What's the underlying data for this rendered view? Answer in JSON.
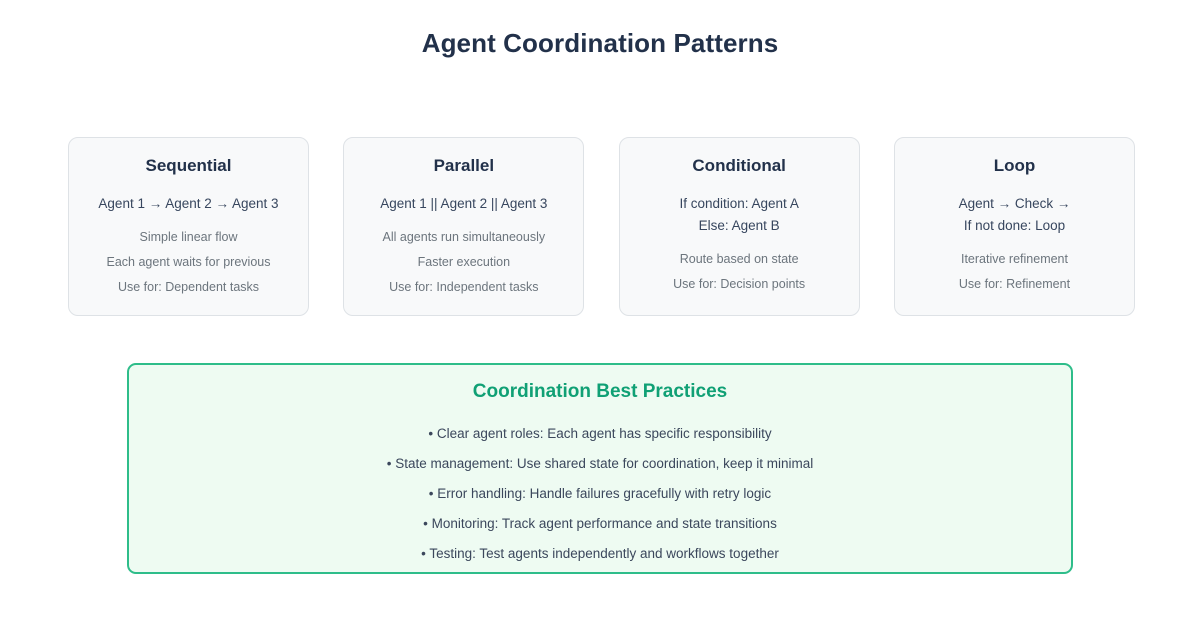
{
  "page": {
    "title": "Agent Coordination Patterns",
    "title_color": "#22314a",
    "background": "#ffffff"
  },
  "cards": [
    {
      "name": "sequential",
      "title": "Sequential",
      "flow": [
        "Agent 1 → Agent 2 → Agent 3"
      ],
      "details": [
        "Simple linear flow",
        "Each agent waits for previous",
        "Use for: Dependent tasks"
      ]
    },
    {
      "name": "parallel",
      "title": "Parallel",
      "flow": [
        "Agent 1 || Agent 2 || Agent 3"
      ],
      "details": [
        "All agents run simultaneously",
        "Faster execution",
        "Use for: Independent tasks"
      ]
    },
    {
      "name": "conditional",
      "title": "Conditional",
      "flow": [
        "If condition: Agent A",
        "Else: Agent B"
      ],
      "details": [
        "Route based on state",
        "Use for: Decision points"
      ]
    },
    {
      "name": "loop",
      "title": "Loop",
      "flow": [
        "Agent → Check →",
        "If not done: Loop"
      ],
      "details": [
        "Iterative refinement",
        "Use for: Refinement"
      ]
    }
  ],
  "card_style": {
    "background": "#f8f9fa",
    "border_color": "#dee2e6",
    "detail_color": "#6c757d"
  },
  "best_practices": {
    "title": "Coordination Best Practices",
    "title_color": "#10a075",
    "border_color": "#2ebd8a",
    "background": "#eefbf2",
    "items": [
      "• Clear agent roles: Each agent has specific responsibility",
      "• State management: Use shared state for coordination, keep it minimal",
      "• Error handling: Handle failures gracefully with retry logic",
      "• Monitoring: Track agent performance and state transitions",
      "• Testing: Test agents independently and workflows together"
    ]
  }
}
